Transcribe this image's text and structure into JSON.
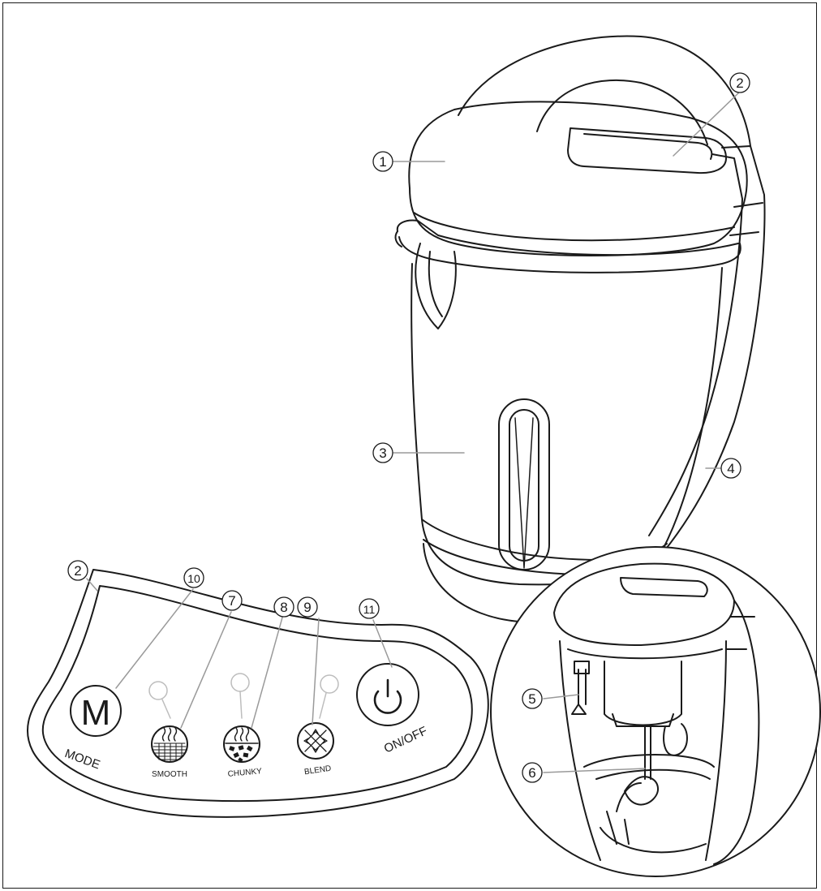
{
  "callouts": [
    "1",
    "2",
    "3",
    "4",
    "2",
    "10",
    "7",
    "8",
    "9",
    "11",
    "5",
    "6"
  ],
  "panel": {
    "mode_glyph": "M",
    "mode_label": "MODE",
    "smooth_label": "SMOOTH",
    "chunky_label": "CHUNKY",
    "blend_label": "BLEND",
    "onoff_label": "ON/OFF"
  },
  "icons": [
    "power-icon",
    "steam-icon",
    "blend-arrows-icon",
    "indicator-light-icon"
  ],
  "colors": {
    "line": "#1a1a1a",
    "leader": "#9a9a9a",
    "led": "#bdbdbd"
  }
}
